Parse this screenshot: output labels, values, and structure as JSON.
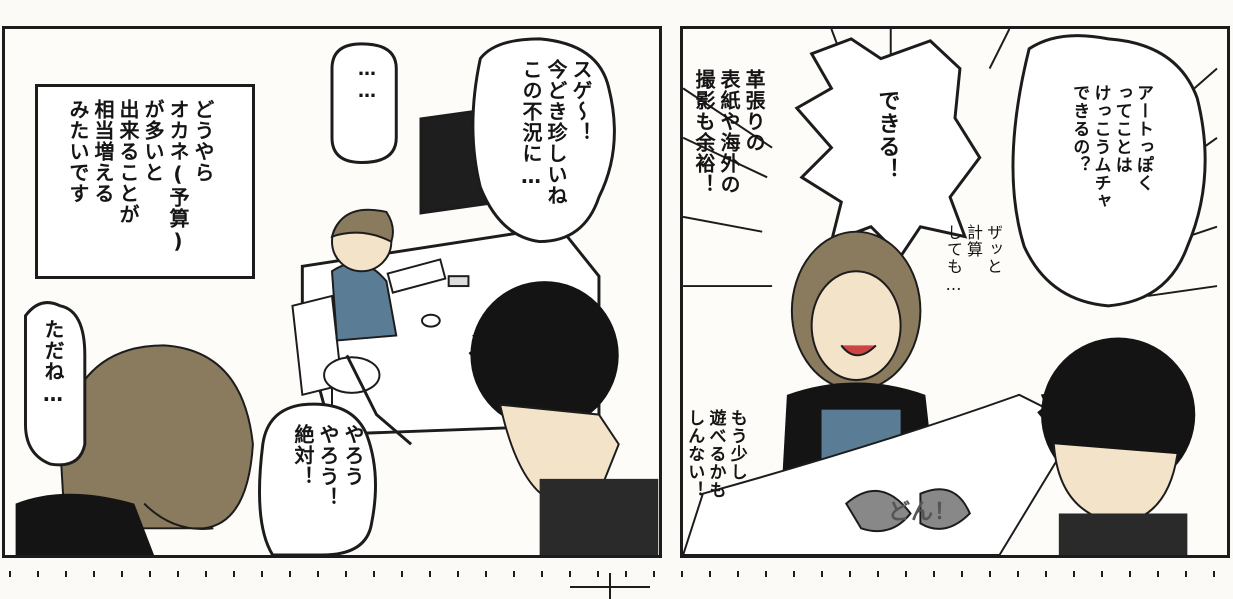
{
  "left_panel": {
    "caption": "どうやら\nオカネ(予算)\nが多いと\n出来ることが\n相当増える\nみたいです",
    "bubble_dots": "……",
    "bubble_suge": "スゲ～！\n今どき珍しいね\nこの不況に…",
    "bubble_tadane": "ただね…",
    "bubble_yarou": "やろう\nやろう！\n絶対！"
  },
  "right_panel": {
    "bubble_art": "アートっぽく\nってことは\nけっこうムチャ\nできるの？",
    "shout_dekiru": "できる！",
    "text_kawabari": "革張りの\n表紙や海外の\n撮影も余裕！",
    "handwritten_calc": "ザッと\n計算\nしても…",
    "text_asoberu": "もう少し\n遊べるかも\nしんない！",
    "sfx_don": "どん！"
  },
  "colors": {
    "ink": "#1c1c1c",
    "skin": "#f3e3c9",
    "hair_brown": "#8a7a5e",
    "shirt_blue": "#5b7c95",
    "paper": "#fdfcf9"
  }
}
